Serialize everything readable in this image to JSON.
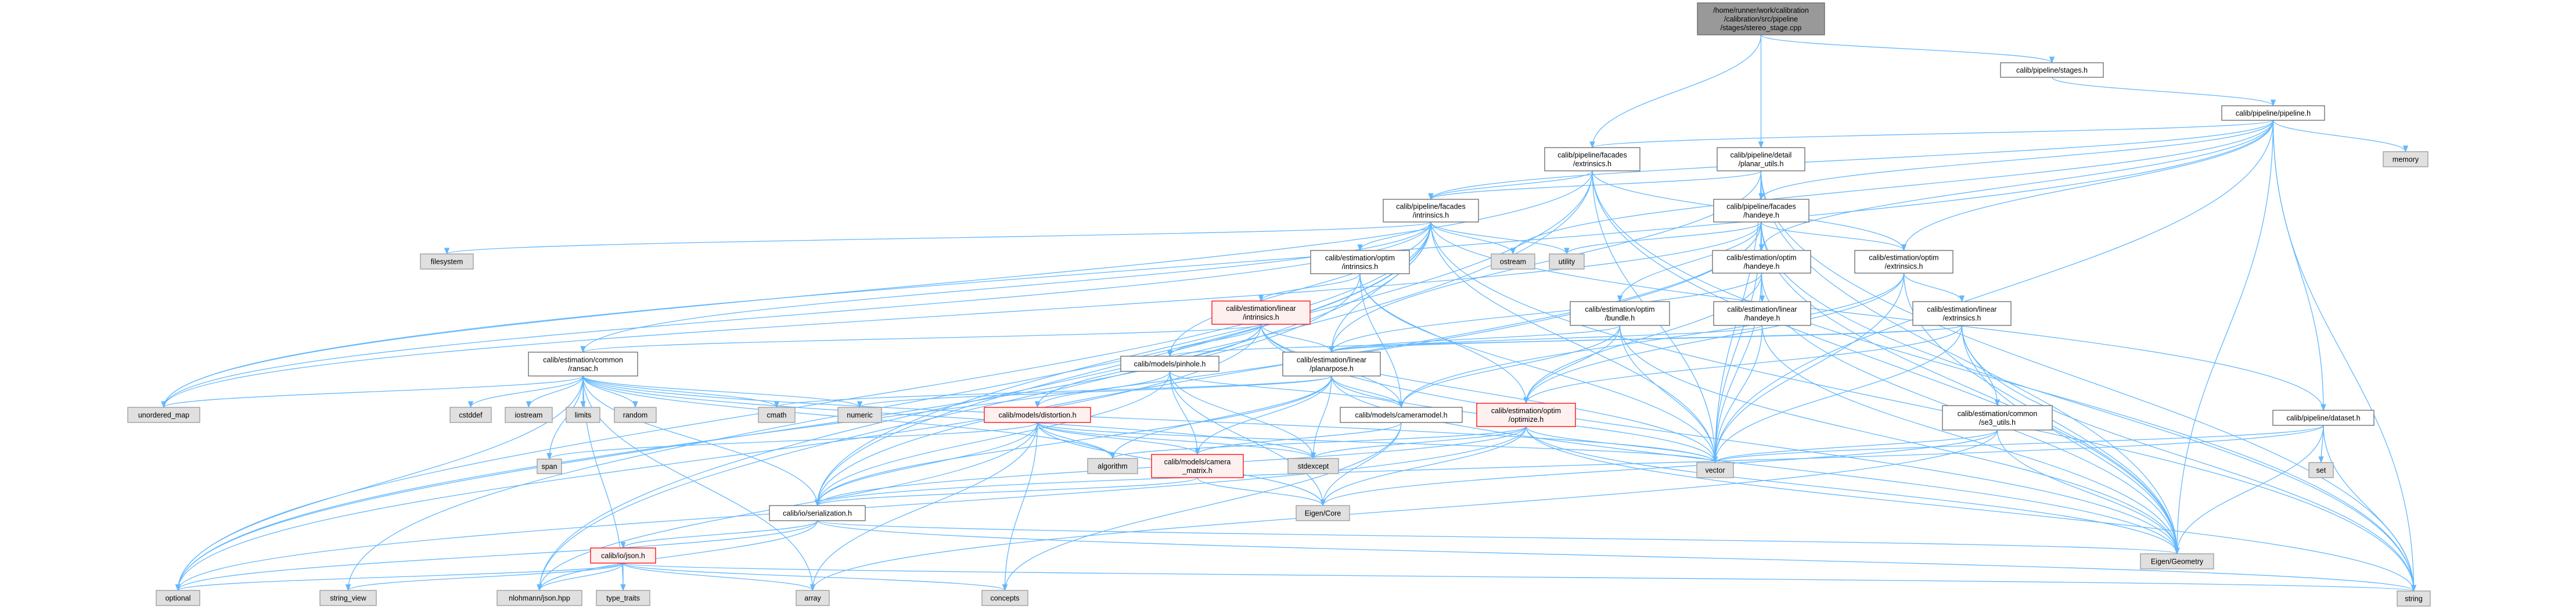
{
  "colors": {
    "edge": "#63b8ff",
    "root_fill": "#999999",
    "red_border": "#ff0000",
    "red_fill": "#fff0f0",
    "system_fill": "#e0e0e0"
  },
  "graph": {
    "nodes": [
      {
        "id": "root",
        "kind": "root",
        "lines": [
          "/home/runner/work/calibration",
          "/calibration/src/pipeline",
          "/stages/stereo_stage.cpp"
        ]
      },
      {
        "id": "stages",
        "kind": "normal",
        "lines": [
          "calib/pipeline/stages.h"
        ]
      },
      {
        "id": "pipeline",
        "kind": "normal",
        "lines": [
          "calib/pipeline/pipeline.h"
        ]
      },
      {
        "id": "fac_ext",
        "kind": "normal",
        "lines": [
          "calib/pipeline/facades",
          "/extrinsics.h"
        ]
      },
      {
        "id": "planar_utils",
        "kind": "normal",
        "lines": [
          "calib/pipeline/detail",
          "/planar_utils.h"
        ]
      },
      {
        "id": "fac_int",
        "kind": "normal",
        "lines": [
          "calib/pipeline/facades",
          "/intrinsics.h"
        ]
      },
      {
        "id": "fac_hand",
        "kind": "normal",
        "lines": [
          "calib/pipeline/facades",
          "/handeye.h"
        ]
      },
      {
        "id": "optim_int",
        "kind": "normal",
        "lines": [
          "calib/estimation/optim",
          "/intrinsics.h"
        ]
      },
      {
        "id": "ostream",
        "kind": "sys",
        "lines": [
          "ostream"
        ]
      },
      {
        "id": "utility",
        "kind": "sys",
        "lines": [
          "utility"
        ]
      },
      {
        "id": "optim_hand",
        "kind": "normal",
        "lines": [
          "calib/estimation/optim",
          "/handeye.h"
        ]
      },
      {
        "id": "optim_ext",
        "kind": "normal",
        "lines": [
          "calib/estimation/optim",
          "/extrinsics.h"
        ]
      },
      {
        "id": "memory",
        "kind": "sys",
        "lines": [
          "memory"
        ]
      },
      {
        "id": "filesystem",
        "kind": "sys",
        "lines": [
          "filesystem"
        ]
      },
      {
        "id": "lin_int",
        "kind": "red",
        "lines": [
          "calib/estimation/linear",
          "/intrinsics.h"
        ]
      },
      {
        "id": "bundle",
        "kind": "normal",
        "lines": [
          "calib/estimation/optim",
          "/bundle.h"
        ]
      },
      {
        "id": "lin_hand",
        "kind": "normal",
        "lines": [
          "calib/estimation/linear",
          "/handeye.h"
        ]
      },
      {
        "id": "lin_ext",
        "kind": "normal",
        "lines": [
          "calib/estimation/linear",
          "/extrinsics.h"
        ]
      },
      {
        "id": "ransac",
        "kind": "normal",
        "lines": [
          "calib/estimation/common",
          "/ransac.h"
        ]
      },
      {
        "id": "pinhole",
        "kind": "normal",
        "lines": [
          "calib/models/pinhole.h"
        ]
      },
      {
        "id": "planarpose",
        "kind": "normal",
        "lines": [
          "calib/estimation/linear",
          "/planarpose.h"
        ]
      },
      {
        "id": "unordered_map",
        "kind": "sys",
        "lines": [
          "unordered_map"
        ]
      },
      {
        "id": "cstddef",
        "kind": "sys",
        "lines": [
          "cstddef"
        ]
      },
      {
        "id": "iostream",
        "kind": "sys",
        "lines": [
          "iostream"
        ]
      },
      {
        "id": "limits",
        "kind": "sys",
        "lines": [
          "limits"
        ]
      },
      {
        "id": "random",
        "kind": "sys",
        "lines": [
          "random"
        ]
      },
      {
        "id": "cmath",
        "kind": "sys",
        "lines": [
          "cmath"
        ]
      },
      {
        "id": "numeric",
        "kind": "sys",
        "lines": [
          "numeric"
        ]
      },
      {
        "id": "distortion",
        "kind": "red",
        "lines": [
          "calib/models/distortion.h"
        ]
      },
      {
        "id": "cameramodel",
        "kind": "normal",
        "lines": [
          "calib/models/cameramodel.h"
        ]
      },
      {
        "id": "optimize",
        "kind": "red",
        "lines": [
          "calib/estimation/optim",
          "/optimize.h"
        ]
      },
      {
        "id": "se3",
        "kind": "normal",
        "lines": [
          "calib/estimation/common",
          "/se3_utils.h"
        ]
      },
      {
        "id": "dataset",
        "kind": "normal",
        "lines": [
          "calib/pipeline/dataset.h"
        ]
      },
      {
        "id": "span",
        "kind": "sys",
        "lines": [
          "span"
        ]
      },
      {
        "id": "algorithm",
        "kind": "sys",
        "lines": [
          "algorithm"
        ]
      },
      {
        "id": "cam_matrix",
        "kind": "red",
        "lines": [
          "calib/models/camera",
          "_matrix.h"
        ]
      },
      {
        "id": "stdexcept",
        "kind": "sys",
        "lines": [
          "stdexcept"
        ]
      },
      {
        "id": "vector",
        "kind": "sys",
        "lines": [
          "vector"
        ]
      },
      {
        "id": "set",
        "kind": "sys",
        "lines": [
          "set"
        ]
      },
      {
        "id": "serialization",
        "kind": "normal",
        "lines": [
          "calib/io/serialization.h"
        ]
      },
      {
        "id": "eigen_core",
        "kind": "sys",
        "lines": [
          "Eigen/Core"
        ]
      },
      {
        "id": "json",
        "kind": "red",
        "lines": [
          "calib/io/json.h"
        ]
      },
      {
        "id": "eigen_geom",
        "kind": "sys",
        "lines": [
          "Eigen/Geometry"
        ]
      },
      {
        "id": "optional",
        "kind": "sys",
        "lines": [
          "optional"
        ]
      },
      {
        "id": "string_view",
        "kind": "sys",
        "lines": [
          "string_view"
        ]
      },
      {
        "id": "nlohmann",
        "kind": "sys",
        "lines": [
          "nlohmann/json.hpp"
        ]
      },
      {
        "id": "type_traits",
        "kind": "sys",
        "lines": [
          "type_traits"
        ]
      },
      {
        "id": "array",
        "kind": "sys",
        "lines": [
          "array"
        ]
      },
      {
        "id": "concepts",
        "kind": "sys",
        "lines": [
          "concepts"
        ]
      },
      {
        "id": "string",
        "kind": "sys",
        "lines": [
          "string"
        ]
      }
    ],
    "edges": [
      [
        "root",
        "fac_ext"
      ],
      [
        "root",
        "planar_utils"
      ],
      [
        "root",
        "stages"
      ],
      [
        "stages",
        "pipeline"
      ],
      [
        "pipeline",
        "fac_ext"
      ],
      [
        "pipeline",
        "fac_int"
      ],
      [
        "pipeline",
        "fac_hand"
      ],
      [
        "pipeline",
        "optim_ext"
      ],
      [
        "pipeline",
        "optim_hand"
      ],
      [
        "pipeline",
        "dataset"
      ],
      [
        "pipeline",
        "memory"
      ],
      [
        "pipeline",
        "string"
      ],
      [
        "pipeline",
        "vector"
      ],
      [
        "pipeline",
        "unordered_map"
      ],
      [
        "pipeline",
        "ostream"
      ],
      [
        "pipeline",
        "eigen_geom"
      ],
      [
        "fac_ext",
        "fac_int"
      ],
      [
        "fac_ext",
        "optim_ext"
      ],
      [
        "fac_ext",
        "serialization"
      ],
      [
        "fac_ext",
        "unordered_map"
      ],
      [
        "fac_ext",
        "vector"
      ],
      [
        "fac_ext",
        "string"
      ],
      [
        "fac_ext",
        "eigen_geom"
      ],
      [
        "fac_ext",
        "nlohmann"
      ],
      [
        "planar_utils",
        "fac_int"
      ],
      [
        "planar_utils",
        "fac_hand"
      ],
      [
        "planar_utils",
        "vector"
      ],
      [
        "planar_utils",
        "eigen_geom"
      ],
      [
        "planar_utils",
        "planarpose"
      ],
      [
        "planar_utils",
        "string"
      ],
      [
        "fac_int",
        "optim_int"
      ],
      [
        "fac_int",
        "planarpose"
      ],
      [
        "fac_int",
        "pinhole"
      ],
      [
        "fac_int",
        "ostream"
      ],
      [
        "fac_int",
        "utility"
      ],
      [
        "fac_int",
        "filesystem"
      ],
      [
        "fac_int",
        "ransac"
      ],
      [
        "fac_int",
        "serialization"
      ],
      [
        "fac_int",
        "optional"
      ],
      [
        "fac_int",
        "unordered_map"
      ],
      [
        "fac_int",
        "vector"
      ],
      [
        "fac_int",
        "string"
      ],
      [
        "fac_int",
        "nlohmann"
      ],
      [
        "fac_int",
        "string_view"
      ],
      [
        "fac_int",
        "dataset"
      ],
      [
        "fac_hand",
        "optim_hand"
      ],
      [
        "fac_hand",
        "optim_ext"
      ],
      [
        "fac_hand",
        "bundle"
      ],
      [
        "fac_hand",
        "utility"
      ],
      [
        "fac_hand",
        "vector"
      ],
      [
        "fac_hand",
        "string"
      ],
      [
        "fac_hand",
        "eigen_geom"
      ],
      [
        "fac_hand",
        "serialization"
      ],
      [
        "fac_hand",
        "optional"
      ],
      [
        "fac_hand",
        "unordered_map"
      ],
      [
        "optim_hand",
        "lin_hand"
      ],
      [
        "optim_hand",
        "optimize"
      ],
      [
        "optim_hand",
        "vector"
      ],
      [
        "optim_hand",
        "eigen_geom"
      ],
      [
        "optim_hand",
        "planarpose"
      ],
      [
        "optim_ext",
        "lin_ext"
      ],
      [
        "optim_ext",
        "optimize"
      ],
      [
        "optim_ext",
        "vector"
      ],
      [
        "optim_ext",
        "eigen_geom"
      ],
      [
        "optim_ext",
        "cameramodel"
      ],
      [
        "optim_int",
        "lin_int"
      ],
      [
        "optim_int",
        "optimize"
      ],
      [
        "optim_int",
        "cameramodel"
      ],
      [
        "optim_int",
        "vector"
      ],
      [
        "optim_int",
        "optional"
      ],
      [
        "lin_int",
        "pinhole"
      ],
      [
        "lin_int",
        "planarpose"
      ],
      [
        "lin_int",
        "ransac"
      ],
      [
        "lin_int",
        "distortion"
      ],
      [
        "lin_int",
        "cameramodel"
      ],
      [
        "lin_int",
        "vector"
      ],
      [
        "lin_int",
        "optional"
      ],
      [
        "lin_int",
        "eigen_geom"
      ],
      [
        "bundle",
        "planarpose"
      ],
      [
        "bundle",
        "optimize"
      ],
      [
        "bundle",
        "cameramodel"
      ],
      [
        "bundle",
        "vector"
      ],
      [
        "bundle",
        "eigen_geom"
      ],
      [
        "lin_hand",
        "planarpose"
      ],
      [
        "lin_hand",
        "vector"
      ],
      [
        "lin_hand",
        "eigen_geom"
      ],
      [
        "lin_ext",
        "planarpose"
      ],
      [
        "lin_ext",
        "se3"
      ],
      [
        "lin_ext",
        "pinhole"
      ],
      [
        "lin_ext",
        "vector"
      ],
      [
        "lin_ext",
        "eigen_geom"
      ],
      [
        "lin_ext",
        "string"
      ],
      [
        "lin_ext",
        "optimize"
      ],
      [
        "se3",
        "vector"
      ],
      [
        "se3",
        "eigen_geom"
      ],
      [
        "se3",
        "eigen_core"
      ],
      [
        "se3",
        "array"
      ],
      [
        "dataset",
        "set"
      ],
      [
        "dataset",
        "string"
      ],
      [
        "dataset",
        "vector"
      ],
      [
        "dataset",
        "eigen_geom"
      ],
      [
        "dataset",
        "serialization"
      ],
      [
        "ransac",
        "cstddef"
      ],
      [
        "ransac",
        "iostream"
      ],
      [
        "ransac",
        "limits"
      ],
      [
        "ransac",
        "random"
      ],
      [
        "ransac",
        "cmath"
      ],
      [
        "ransac",
        "numeric"
      ],
      [
        "ransac",
        "algorithm"
      ],
      [
        "ransac",
        "span"
      ],
      [
        "ransac",
        "optional"
      ],
      [
        "ransac",
        "unordered_map"
      ],
      [
        "ransac",
        "vector"
      ],
      [
        "ransac",
        "serialization"
      ],
      [
        "ransac",
        "type_traits"
      ],
      [
        "ransac",
        "array"
      ],
      [
        "ransac",
        "stdexcept"
      ],
      [
        "pinhole",
        "distortion"
      ],
      [
        "pinhole",
        "cam_matrix"
      ],
      [
        "pinhole",
        "cameramodel"
      ],
      [
        "pinhole",
        "stdexcept"
      ],
      [
        "pinhole",
        "eigen_core"
      ],
      [
        "pinhole",
        "serialization"
      ],
      [
        "planarpose",
        "cameramodel"
      ],
      [
        "planarpose",
        "stdexcept"
      ],
      [
        "planarpose",
        "algorithm"
      ],
      [
        "planarpose",
        "cam_matrix"
      ],
      [
        "planarpose",
        "numeric"
      ],
      [
        "planarpose",
        "cmath"
      ],
      [
        "planarpose",
        "vector"
      ],
      [
        "planarpose",
        "eigen_geom"
      ],
      [
        "planarpose",
        "serialization"
      ],
      [
        "distortion",
        "algorithm"
      ],
      [
        "distortion",
        "cam_matrix"
      ],
      [
        "distortion",
        "stdexcept"
      ],
      [
        "distortion",
        "eigen_core"
      ],
      [
        "distortion",
        "serialization"
      ],
      [
        "distortion",
        "concepts"
      ],
      [
        "distortion",
        "array"
      ],
      [
        "distortion",
        "span"
      ],
      [
        "distortion",
        "nlohmann"
      ],
      [
        "distortion",
        "vector"
      ],
      [
        "cameramodel",
        "eigen_core"
      ],
      [
        "cameramodel",
        "concepts"
      ],
      [
        "cameramodel",
        "cam_matrix"
      ],
      [
        "optimize",
        "stdexcept"
      ],
      [
        "optimize",
        "vector"
      ],
      [
        "optimize",
        "eigen_core"
      ],
      [
        "optimize",
        "serialization"
      ],
      [
        "optimize",
        "string"
      ],
      [
        "optimize",
        "eigen_geom"
      ],
      [
        "optimize",
        "algorithm"
      ],
      [
        "optimize",
        "optional"
      ],
      [
        "cam_matrix",
        "eigen_core"
      ],
      [
        "cam_matrix",
        "serialization"
      ],
      [
        "serialization",
        "json"
      ],
      [
        "serialization",
        "nlohmann"
      ],
      [
        "serialization",
        "optional"
      ],
      [
        "serialization",
        "eigen_geom"
      ],
      [
        "serialization",
        "string"
      ],
      [
        "json",
        "optional"
      ],
      [
        "json",
        "string_view"
      ],
      [
        "json",
        "nlohmann"
      ],
      [
        "json",
        "type_traits"
      ],
      [
        "json",
        "array"
      ],
      [
        "json",
        "concepts"
      ],
      [
        "json",
        "string"
      ]
    ]
  }
}
